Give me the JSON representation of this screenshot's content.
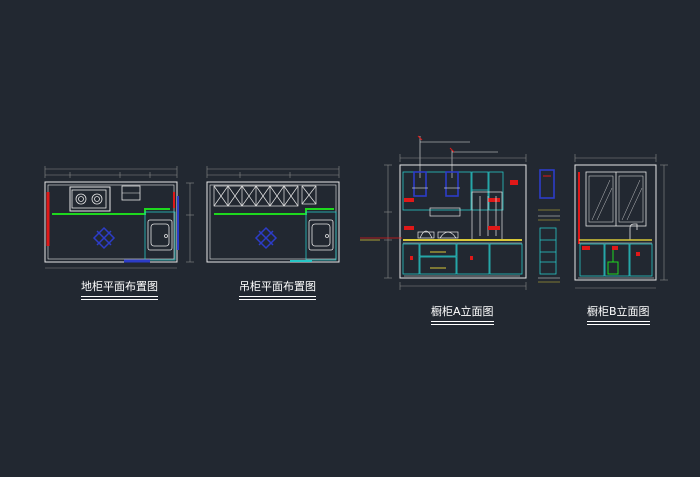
{
  "titles": {
    "base_plan": "地柜平面布置图",
    "wall_plan": "吊柜平面布置图",
    "elevation_a": "橱柜A立面图",
    "elevation_b": "橱柜B立面图"
  },
  "colors": {
    "background": "#222831",
    "line": "#e6e6e6",
    "cyan": "#27c6c6",
    "green": "#1ed81e",
    "red": "#e01818",
    "blue": "#2c3cc8",
    "yellow": "#d8c838",
    "dim": "#8a8a8a"
  },
  "icons": {
    "hob": "gas-hob-icon",
    "sink": "sink-icon",
    "blue_symbol": "cross-diamond-icon"
  }
}
